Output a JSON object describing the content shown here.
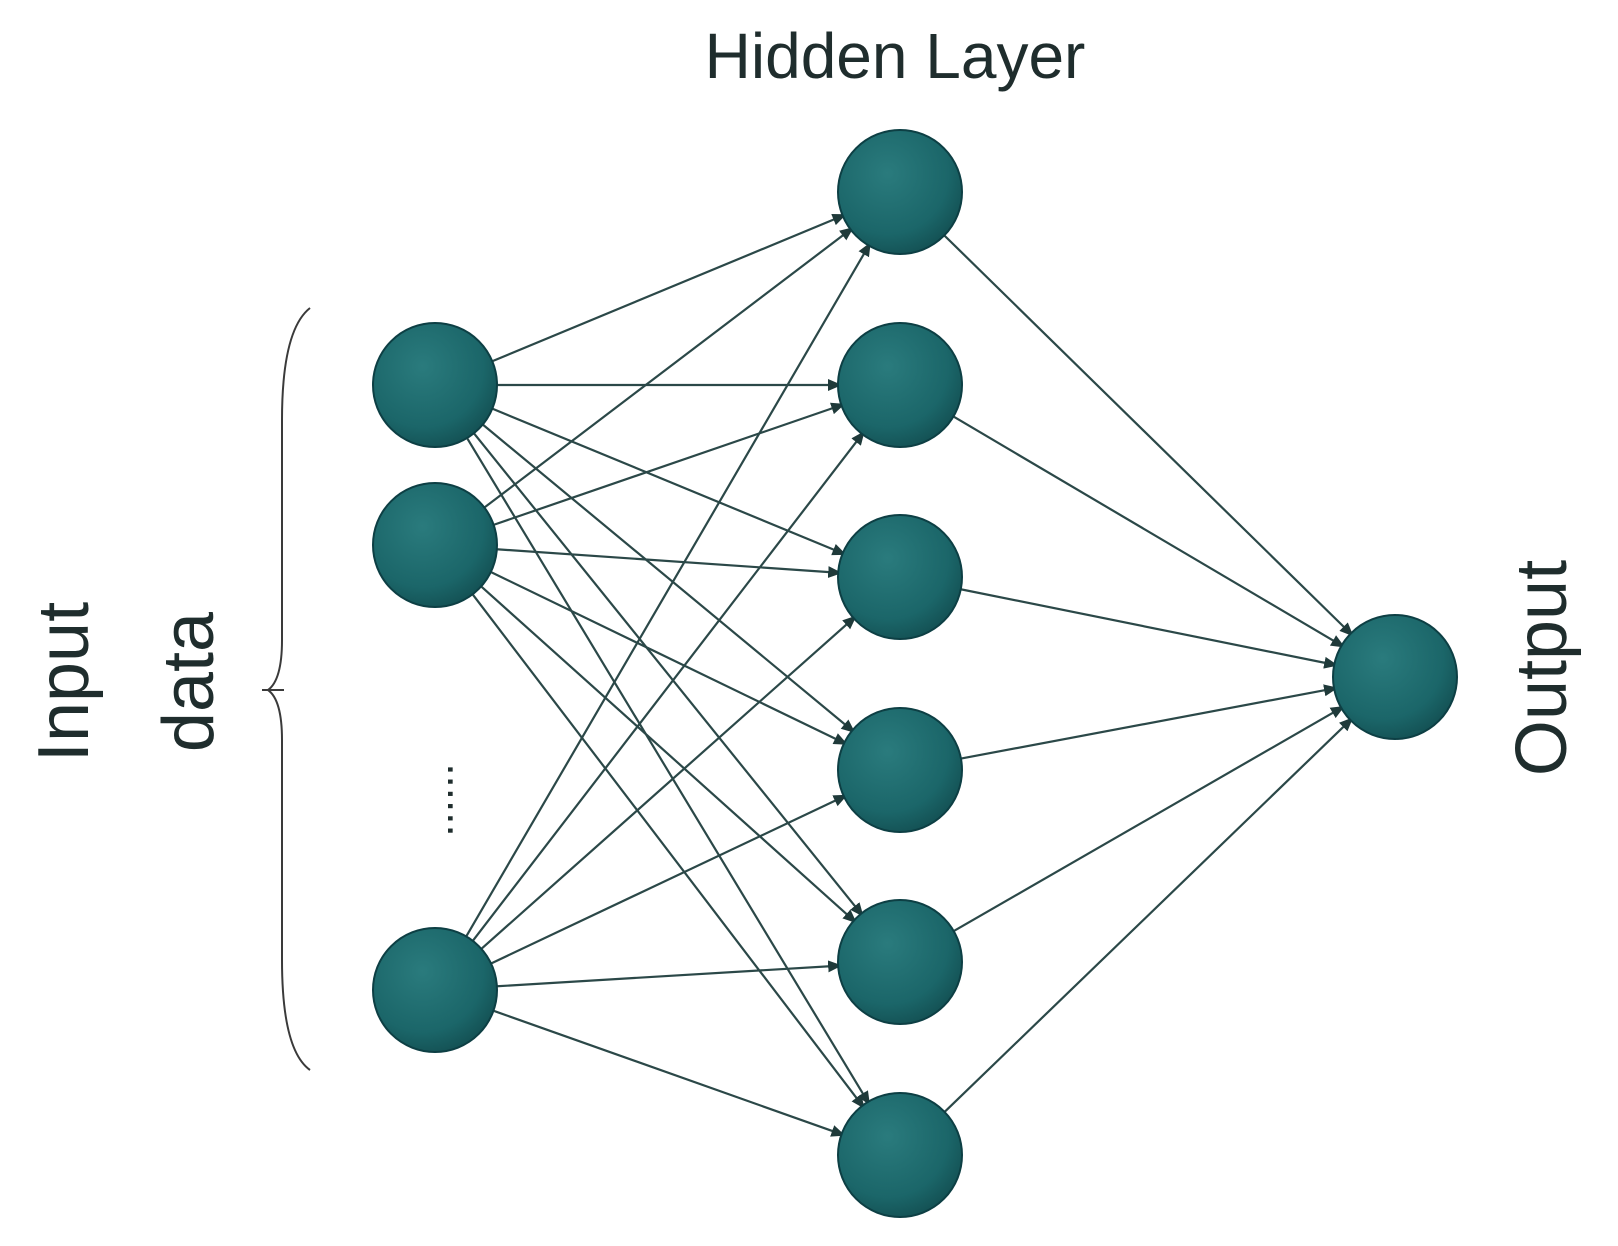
{
  "labels": {
    "hidden_layer": "Hidden Layer",
    "input_line1": "Input",
    "input_line2": "data",
    "output": "Output",
    "ellipsis": "......"
  },
  "layers": {
    "input_count_shown": 3,
    "hidden_count": 6,
    "output_count": 1
  },
  "colors": {
    "node_fill": "#1b6669",
    "node_stroke": "#0d3f44",
    "edge": "#2b4848",
    "text": "#1f2d2d"
  }
}
